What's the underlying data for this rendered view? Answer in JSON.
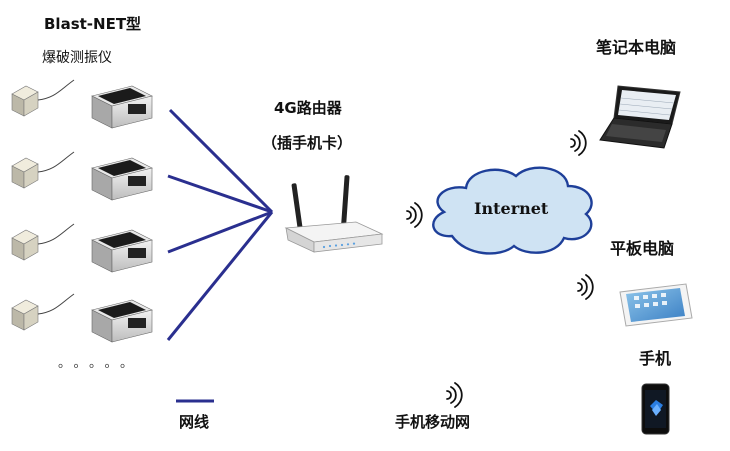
{
  "device_title": "Blast-NET型",
  "device_subtitle": "爆破测振仪",
  "router_title": "4G路由器",
  "router_subtitle": "（插手机卡）",
  "cloud_label": "Internet",
  "laptop_label": "笔记本电脑",
  "tablet_label": "平板电脑",
  "phone_label": "手机",
  "legend_label": "网线",
  "mobile_network_label": "手机移动网",
  "ellipsis": "。。。。。",
  "colors": {
    "cable": "#2a2f8f",
    "cloud_fill": "#cfe3f3",
    "cloud_stroke": "#1e3f99",
    "device_body": "#d8d8d8",
    "device_panel": "#1b1b1b"
  },
  "icons": [
    "vibration-sensor-icon",
    "seismograph-device-icon",
    "wireless-router-icon",
    "internet-cloud-icon",
    "laptop-icon",
    "tablet-icon",
    "smartphone-icon",
    "wireless-signal-icon"
  ]
}
